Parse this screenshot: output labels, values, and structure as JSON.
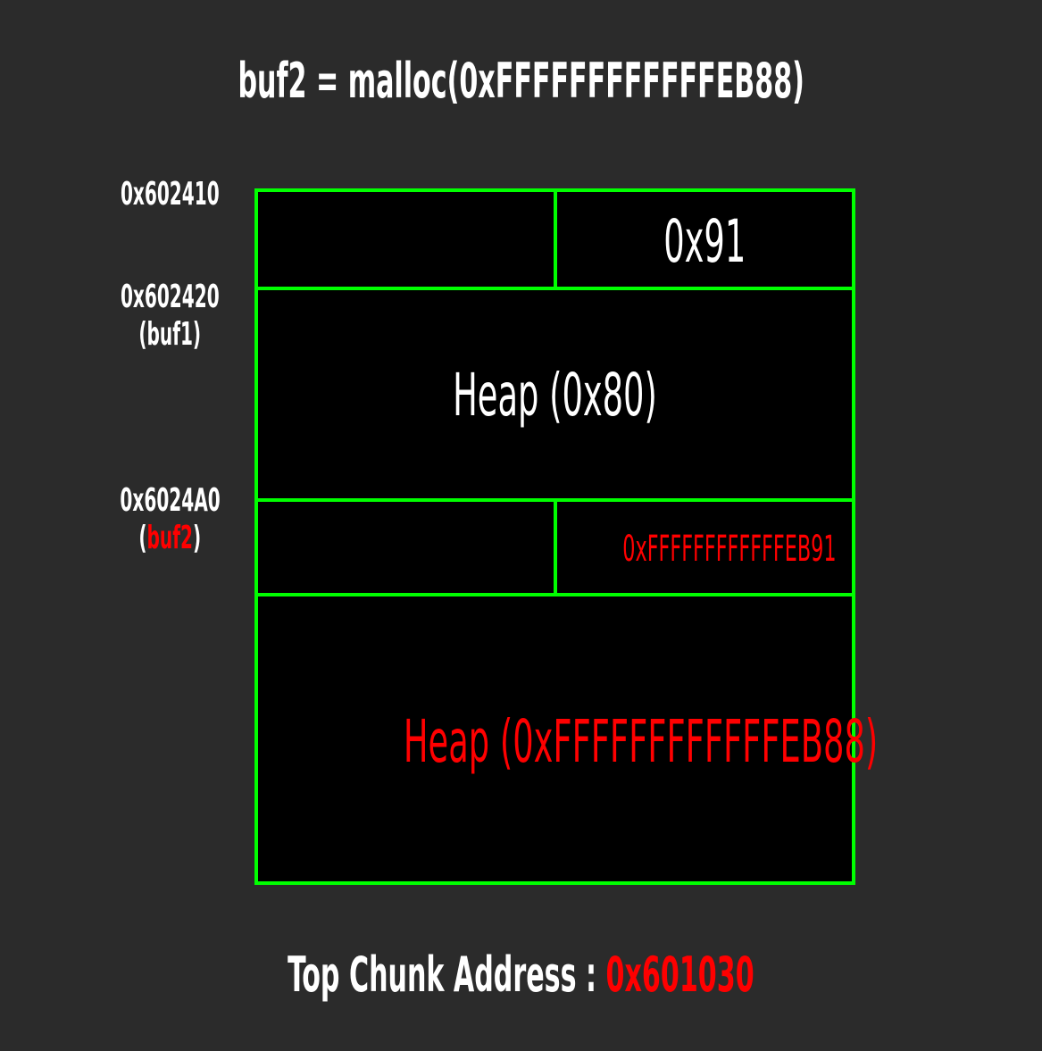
{
  "title": "buf2 = malloc(0xFFFFFFFFFFFFEB88)",
  "addresses": {
    "a1": "0x602410",
    "a2": "0x602420",
    "a2_note": "(buf1)",
    "a3": "0x6024A0",
    "a3_note_open": "(",
    "a3_note_var": "buf2",
    "a3_note_close": ")"
  },
  "heap": {
    "chunk1_size": "0x91",
    "chunk1_body": "Heap (0x80)",
    "chunk2_size": "0xFFFFFFFFFFFFEB91",
    "chunk2_body": "Heap (0xFFFFFFFFFFFFEB88)"
  },
  "footer": {
    "label": "Top Chunk Address : ",
    "value": "0x601030"
  },
  "colors": {
    "background": "#2b2b2b",
    "border": "#00ff00",
    "highlight": "#ff0000",
    "text": "#ffffff"
  }
}
